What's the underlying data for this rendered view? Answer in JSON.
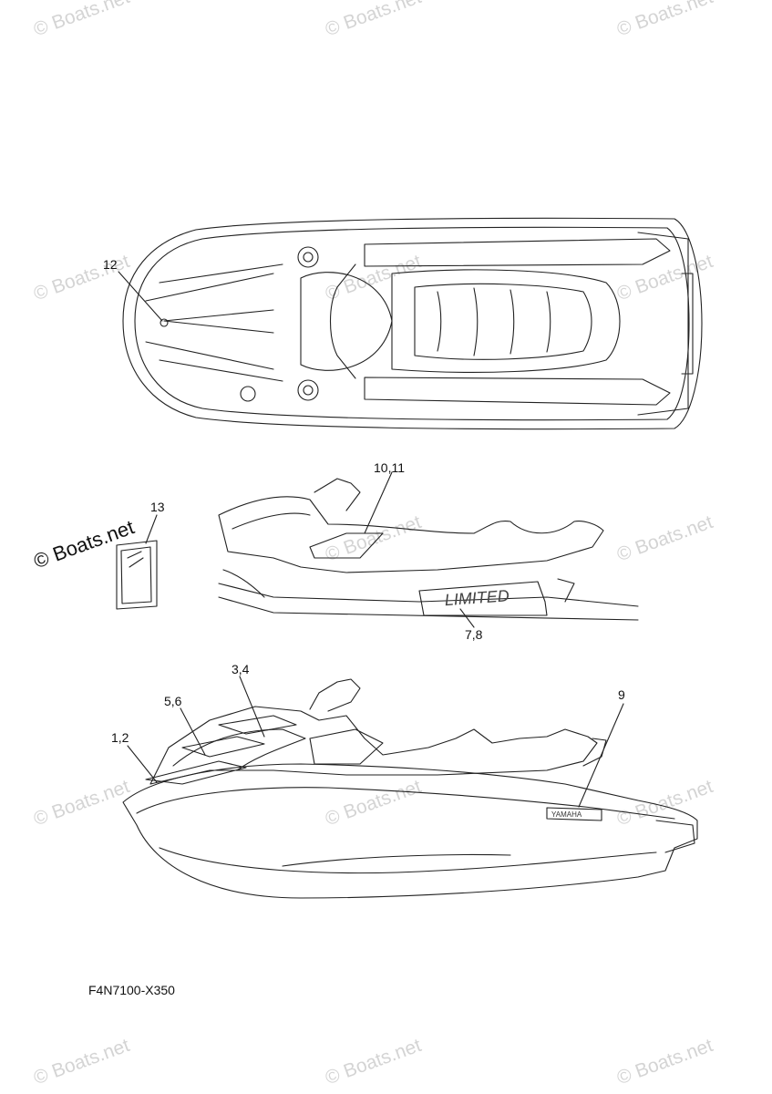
{
  "watermark": {
    "text": "© Boats.net"
  },
  "callouts": {
    "c12": "12",
    "c10_11": "10,11",
    "c13": "13",
    "c7_8": "7,8",
    "c3_4": "3,4",
    "c5_6": "5,6",
    "c1_2": "1,2",
    "c9": "9"
  },
  "decals": {
    "limited": "LIMITED",
    "yamaha": "YAMAHA"
  },
  "footer": {
    "diagram_code": "F4N7100-X350"
  },
  "icons": [
    "copyright-icon",
    "watercraft-top-view",
    "watercraft-side-view",
    "decal-sheet"
  ]
}
